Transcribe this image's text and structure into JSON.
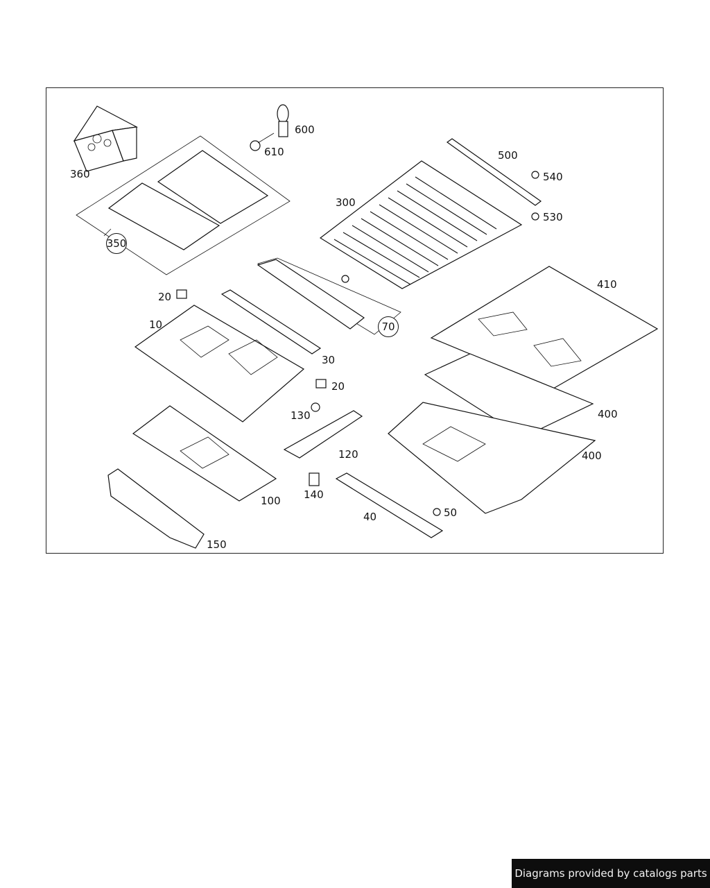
{
  "callouts": {
    "c360": "360",
    "c600": "600",
    "c610": "610",
    "c500": "500",
    "c540": "540",
    "c300": "300",
    "c530": "530",
    "c350": "350",
    "c410": "410",
    "c20a": "20",
    "c10": "10",
    "c70": "70",
    "c30": "30",
    "c20b": "20",
    "c400a": "400",
    "c130": "130",
    "c400b": "400",
    "c120": "120",
    "c100": "100",
    "c140": "140",
    "c50": "50",
    "c40": "40",
    "c150": "150"
  },
  "footer": {
    "text": "Diagrams provided by catalogs parts"
  }
}
